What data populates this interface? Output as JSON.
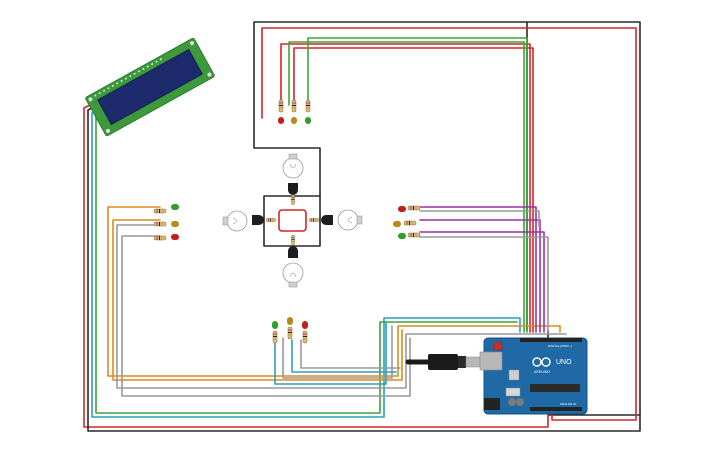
{
  "board": {
    "brand_text": "UNO",
    "digital_label": "DIGITAL (PWM ~)",
    "analog_label": "ANALOG IN",
    "logo_text": "ARDUINO",
    "logo_color": "#1f6aa6"
  },
  "colors": {
    "red": "#d42626",
    "black": "#2a2a2a",
    "green": "#3aa63a",
    "orange": "#e08a1e",
    "gray": "#9a9a9a",
    "blue": "#2a9fc0",
    "purple": "#9b2fae",
    "lcd_pcb": "#3c9a3c",
    "lcd_screen": "#1d2a6b"
  },
  "icons": {
    "lcd": "lcd-16x2-icon",
    "lamp": "light-bulb-icon",
    "transistor": "transistor-icon",
    "led": "led-icon",
    "resistor": "resistor-icon",
    "usb": "usb-cable-icon"
  }
}
